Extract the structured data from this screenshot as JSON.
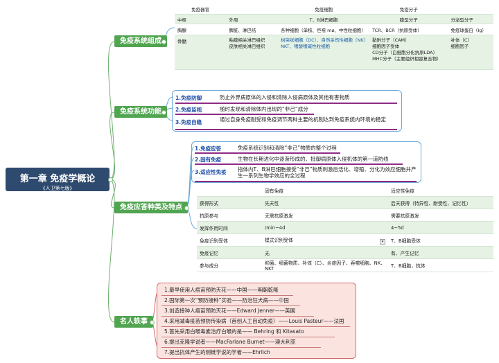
{
  "root": {
    "title": "第一章 免疫学概论",
    "subtitle": "《人卫第七版》"
  },
  "branches": {
    "composition": "免疫系统组成",
    "function": "免疫系统功能",
    "response": "免疫应答种类及特点",
    "people": "名人轶事"
  },
  "composition_table": {
    "headers": [
      "免疫器官",
      "",
      "免疫细胞",
      "免疫分子",
      ""
    ],
    "subheaders": [
      "中枢",
      "外周",
      "T、B淋巴细胞",
      "膜型分子",
      "分泌型分子"
    ],
    "rows": [
      {
        "label": "胸腺",
        "organ": "脾脏、淋巴结",
        "cells": "各种细胞（单核、巨噬 mø、中性粒细胞）",
        "membrane": "TCR、BCR（抗原受体）",
        "secreted": "免疫球蛋白（Ig）"
      },
      {
        "label": "骨髓",
        "organ": "粘膜相关淋巴组织\n皮肤相关淋巴组织",
        "cells_a": "树突状细胞（DC）、自然杀伤性细胞（NK）",
        "cells_b": "NKT、嗜酸嗜碱性粒细胞",
        "membrane_a": "黏附分子（CAM）",
        "membrane_b": "细胞因子受体",
        "membrane_c": "CD分子（白细胞分化抗原LDA）",
        "membrane_d": "MHC分子（主要组织相容复合物）",
        "secreted_a": "补体（C）",
        "secreted_b": "细胞因子"
      }
    ]
  },
  "functions": [
    {
      "key": "1.免疫防御",
      "value": "防止外界病原体的入侵和清除入侵病原体及其他有害物质"
    },
    {
      "key": "2.免疫监视",
      "value": "随时发现和清除体内出现的“非己”成分"
    },
    {
      "key": "3.免疫自稳",
      "value": "通过自身免疫耐受和免疫调节两种主要的机制达到免疫系统内环境的稳定"
    }
  ],
  "responses": [
    {
      "key": "1.免疫应答",
      "value": "免疫系统识别和清除“非己”物质的整个过程"
    },
    {
      "key": "2.固有免疫",
      "value": "生物在长期进化中逐渐形成的、抵御病原体入侵机体的第一道防线"
    },
    {
      "key": "3.适应性免疫",
      "value": "指体内T、B淋巴细胞接受“非己”物质刺激后活化、增殖、分化为效应细胞并产生一系列生物学效应的全过程"
    }
  ],
  "compare_table": {
    "headers": [
      "",
      "固有免疫",
      "适应性免疫"
    ],
    "rows": [
      [
        "获得形式",
        "先天性",
        "后天获得（特异性、耐受性、记忆性）"
      ],
      [
        "抗原参与",
        "无需抗原激发",
        "需要抗原激发"
      ],
      [
        "发挥作用时间",
        "/min~4d",
        "4~5d"
      ],
      [
        "免疫识别受体",
        "模式识别受体",
        "T、B细胞受体"
      ],
      [
        "免疫记忆",
        "无",
        "有、产生记忆"
      ],
      [
        "参与成分",
        "抑菌、细菌物质、补体（C）、炎症因子、吞噬细胞、NK、NKT",
        "T、B细胞，抗体"
      ]
    ]
  },
  "people": [
    "1.最早使用人痘苗预防天花——中国——明朝乾隆",
    "2.国际第一次“预防接种”实验——防治狂犬病——中国",
    "3.创造接种人痘苗预防天花——Edward Jenner——英国",
    "4.采用减毒疫苗预防传染病（首创人工自动免疫）——Louis Pasteur——法国",
    "5.首先采用白喉毒素治疗白喉的是—— Behring 和 Kitasato",
    "6.提出克隆学说者——MacFarlane Burnet——澳大利亚",
    "7.提出抗体产生的侧链学说的学者——Ehrlich"
  ],
  "colors": {
    "root": "#2e4a6e",
    "branch": "#51a551",
    "key": "#1e4ea8",
    "underline": "#8e2b86",
    "people_bg": "#fbe4e0"
  }
}
